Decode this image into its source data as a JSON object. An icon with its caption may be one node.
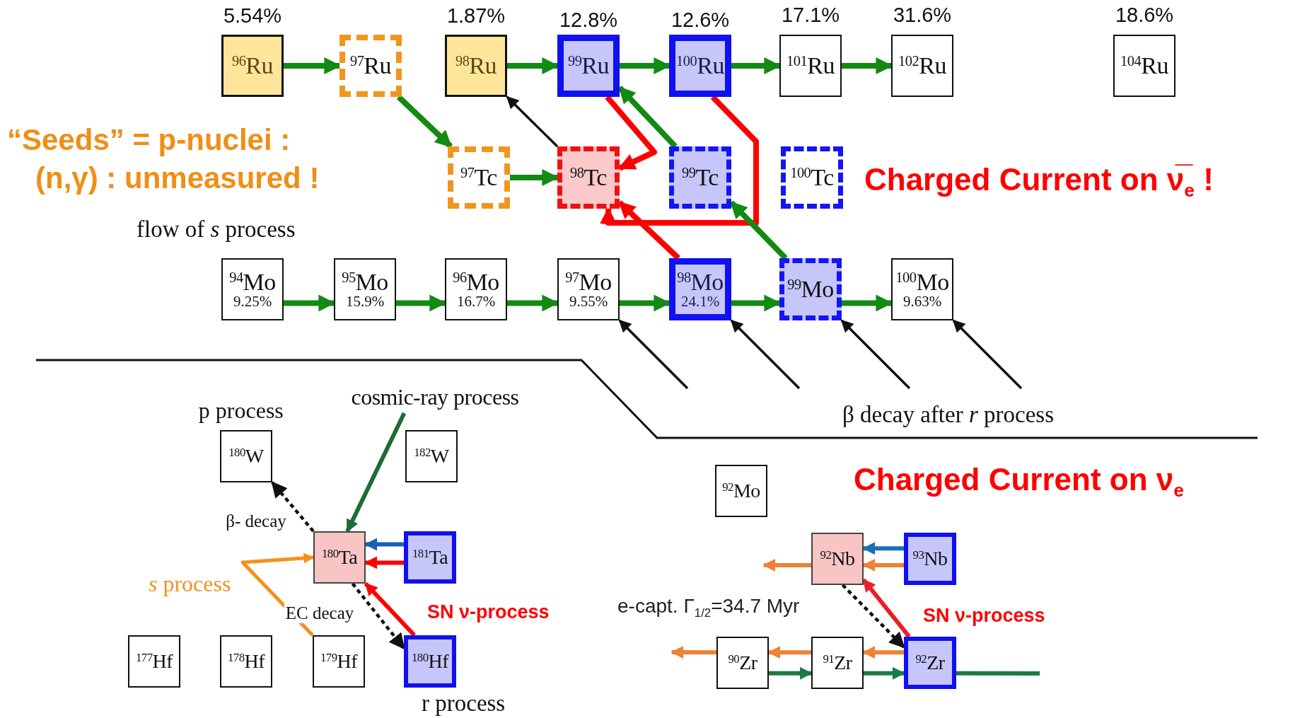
{
  "diagram": {
    "nodes": [
      {
        "text": [
          "$^{96}$Ru"
        ],
        "beside": [
          "5.54%"
        ]
      },
      {
        "text": [
          "$^{97}$Ru"
        ]
      },
      {
        "text": [
          "$^{98}$Ru"
        ],
        "beside": [
          "1.87%"
        ]
      },
      {
        "text": [
          "$^{99}$Ru"
        ],
        "beside": [
          "12.8%"
        ]
      },
      {
        "text": [
          "$^{100}$Ru"
        ],
        "beside": [
          "12.6%"
        ]
      },
      {
        "text": [
          "$^{101}$Ru"
        ],
        "beside": [
          "17.1%"
        ]
      },
      {
        "text": [
          "$^{102}$Ru"
        ],
        "beside": [
          "31.6%"
        ]
      },
      {
        "text": [
          "$^{104}$Ru"
        ],
        "beside": [
          "18.6%"
        ]
      },
      {
        "text": [
          "$^{97}$Tc"
        ]
      },
      {
        "text": [
          "$^{98}$Tc"
        ]
      },
      {
        "text": [
          "$^{99}$Tc"
        ]
      },
      {
        "text": [
          "$^{100}$Tc"
        ]
      },
      {
        "text": [
          "$^{94}$Mo",
          "9.25%"
        ]
      },
      {
        "text": [
          "$^{95}$Mo",
          "15.9%"
        ]
      },
      {
        "text": [
          "$^{96}$Mo",
          "16.7%"
        ]
      },
      {
        "text": [
          "$^{97}$Mo",
          "9.55%"
        ]
      },
      {
        "text": [
          "$^{98}$Mo",
          "24.1%"
        ]
      },
      {
        "text": [
          "$^{99}$Mo"
        ]
      },
      {
        "text": [
          "$^{100}$Mo",
          "9.63%"
        ]
      },
      {
        "text": [
          "cosmic-ray process"
        ]
      },
      {
        "text": [
          "$^{180}$W"
        ],
        "beside": [
          "p process"
        ]
      },
      {
        "text": [
          "$^{182}$W"
        ]
      },
      {
        "text": [
          "$^{92}$Mo"
        ]
      },
      {
        "text": [
          "$^{180}$Ta"
        ]
      },
      {
        "text": [
          "$^{181}$Ta"
        ]
      },
      {
        "text": [
          "$^{92}$Nb"
        ]
      },
      {
        "text": [
          "$^{93}$Nb"
        ]
      },
      {
        "text": [
          "$^{177}$Hf"
        ]
      },
      {
        "text": [
          "$^{178}$Hf"
        ]
      },
      {
        "text": [
          "$^{179}$Hf"
        ]
      },
      {
        "text": [
          "$^{180}$Hf"
        ]
      },
      {
        "text": [
          "$^{90}$Zr"
        ]
      },
      {
        "text": [
          "$^{91}$Zr"
        ]
      },
      {
        "text": [
          "$^{92}$Zr"
        ]
      }
    ],
    "edges": [
      {
        "from": 0,
        "to": 1,
        "arrow": "to"
      },
      {
        "from": 2,
        "to": 3,
        "arrow": "to"
      },
      {
        "from": 3,
        "to": 4,
        "arrow": "to"
      },
      {
        "from": 4,
        "to": 5,
        "arrow": "to"
      },
      {
        "from": 5,
        "to": 6,
        "arrow": "to"
      },
      {
        "from": 1,
        "to": 8,
        "arrow": "to"
      },
      {
        "from": 8,
        "to": 9,
        "arrow": "to"
      },
      {
        "from": 9,
        "to": 2,
        "arrow": "to",
        "color": "#111111"
      },
      {
        "from": 10,
        "to": 3,
        "arrow": "to"
      },
      {
        "from": 3,
        "to": 9,
        "arrow": "to",
        "color": "#ff0000"
      },
      {
        "from": 4,
        "to": 9,
        "arrow": "to",
        "color": "#ff0000"
      },
      {
        "from": 16,
        "to": 9,
        "arrow": "to",
        "color": "#ff0000"
      },
      {
        "from": 17,
        "to": 10,
        "arrow": "to"
      },
      {
        "from": 12,
        "to": 13,
        "arrow": "to"
      },
      {
        "from": 13,
        "to": 14,
        "arrow": "to"
      },
      {
        "from": 14,
        "to": 15,
        "arrow": "to"
      },
      {
        "from": 15,
        "to": 16,
        "arrow": "to"
      },
      {
        "from": 16,
        "to": 17,
        "arrow": "to"
      },
      {
        "from": 17,
        "to": 18,
        "arrow": "to"
      },
      {
        "from": null,
        "to": 15,
        "arrow": "to",
        "color": "#111111"
      },
      {
        "from": null,
        "to": 16,
        "arrow": "to",
        "color": "#111111"
      },
      {
        "from": null,
        "to": 17,
        "arrow": "to",
        "color": "#111111"
      },
      {
        "from": null,
        "to": 18,
        "arrow": "to",
        "color": "#111111"
      },
      {
        "from": 19,
        "to": 23,
        "arrow": "to",
        "color": "#1e6b36"
      },
      {
        "from": 23,
        "to": 20,
        "arrow": "to",
        "style": "dashed",
        "color": "#111111",
        "label": "β- decay"
      },
      {
        "from": 29,
        "to": 23,
        "arrow": "to",
        "color": "#f5901e"
      },
      {
        "from": 24,
        "to": 23,
        "arrow": "to",
        "color": "#1a5fb4"
      },
      {
        "from": 24,
        "to": 23,
        "arrow": "to",
        "color": "#ff0000"
      },
      {
        "from": 30,
        "to": 23,
        "arrow": "to",
        "color": "#ff0000"
      },
      {
        "from": 23,
        "to": 30,
        "arrow": "to",
        "style": "dashed",
        "color": "#111111",
        "label": "EC decay"
      },
      {
        "from": 26,
        "to": 25,
        "arrow": "to",
        "color": "#1a6fb8"
      },
      {
        "from": 26,
        "to": 25,
        "arrow": "to",
        "color": "#ee8236"
      },
      {
        "from": 25,
        "to": null,
        "arrow": "to",
        "color": "#ee8236"
      },
      {
        "from": 33,
        "to": 25,
        "arrow": "to",
        "color": "#e8202a"
      },
      {
        "from": 25,
        "to": 33,
        "arrow": "to",
        "style": "dashed",
        "color": "#111111"
      },
      {
        "from": 33,
        "to": 32,
        "arrow": "to",
        "color": "#ee8236"
      },
      {
        "from": 32,
        "to": 31,
        "arrow": "to",
        "color": "#ee8236"
      },
      {
        "from": 31,
        "to": null,
        "arrow": "to",
        "color": "#ee8236"
      },
      {
        "from": 31,
        "to": 32,
        "arrow": "to",
        "color": "#1a7a48"
      },
      {
        "from": 32,
        "to": 33,
        "arrow": "to",
        "color": "#1a7a48"
      },
      {
        "from": 33,
        "to": null,
        "arrow": "none",
        "color": "#1a7a48"
      }
    ],
    "labels": [
      "“Seeds” = p-nuclei :",
      "(n,γ) : unmeasured !",
      "Charged Current on ν̅$_{e}$ !",
      "flow of *s* process",
      "β decay after *r* process",
      "Charged Current on ν$_{e}$",
      "*s* process",
      "SN ν-process",
      "e-capt. Γ$_{1/2}$=34.7 Myr",
      "SN ν-process",
      "r process"
    ]
  }
}
